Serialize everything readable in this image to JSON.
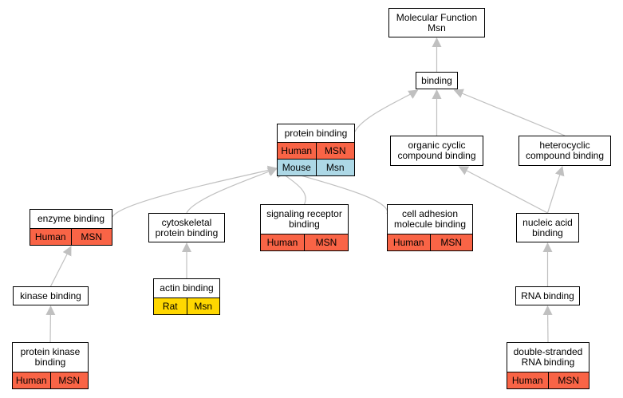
{
  "colors": {
    "edge": "#c0c0c0",
    "human": "#f96446",
    "mouse": "#add8e6",
    "rat": "#ffd700"
  },
  "nodes": {
    "mf": {
      "label": "Molecular Function\nMsn",
      "rows": []
    },
    "binding": {
      "label": "binding",
      "rows": []
    },
    "protein_binding": {
      "label": "protein binding",
      "rows": [
        {
          "species": "Human",
          "gene": "MSN",
          "color": "#f96446"
        },
        {
          "species": "Mouse",
          "gene": "Msn",
          "color": "#add8e6"
        }
      ]
    },
    "organic_cyclic": {
      "label": "organic cyclic\ncompound binding",
      "rows": []
    },
    "heterocyclic": {
      "label": "heterocyclic\ncompound binding",
      "rows": []
    },
    "enzyme_binding": {
      "label": "enzyme binding",
      "rows": [
        {
          "species": "Human",
          "gene": "MSN",
          "color": "#f96446"
        }
      ]
    },
    "cytoskeletal": {
      "label": "cytoskeletal\nprotein binding",
      "rows": []
    },
    "signaling_receptor": {
      "label": "signaling receptor\nbinding",
      "rows": [
        {
          "species": "Human",
          "gene": "MSN",
          "color": "#f96446"
        }
      ]
    },
    "cell_adhesion": {
      "label": "cell adhesion\nmolecule binding",
      "rows": [
        {
          "species": "Human",
          "gene": "MSN",
          "color": "#f96446"
        }
      ]
    },
    "nucleic_acid": {
      "label": "nucleic acid\nbinding",
      "rows": []
    },
    "actin_binding": {
      "label": "actin binding",
      "rows": [
        {
          "species": "Rat",
          "gene": "Msn",
          "color": "#ffd700"
        }
      ]
    },
    "kinase_binding": {
      "label": "kinase binding",
      "rows": []
    },
    "rna_binding": {
      "label": "RNA binding",
      "rows": []
    },
    "protein_kinase": {
      "label": "protein kinase\nbinding",
      "rows": [
        {
          "species": "Human",
          "gene": "MSN",
          "color": "#f96446"
        }
      ]
    },
    "ds_rna": {
      "label": "double-stranded\nRNA binding",
      "rows": [
        {
          "species": "Human",
          "gene": "MSN",
          "color": "#f96446"
        }
      ]
    }
  },
  "edges": [
    {
      "from": "binding",
      "to": "mf"
    },
    {
      "from": "protein_binding",
      "to": "binding"
    },
    {
      "from": "organic_cyclic",
      "to": "binding"
    },
    {
      "from": "heterocyclic",
      "to": "binding"
    },
    {
      "from": "enzyme_binding",
      "to": "protein_binding"
    },
    {
      "from": "cytoskeletal",
      "to": "protein_binding"
    },
    {
      "from": "signaling_receptor",
      "to": "protein_binding"
    },
    {
      "from": "cell_adhesion",
      "to": "protein_binding"
    },
    {
      "from": "nucleic_acid",
      "to": "organic_cyclic"
    },
    {
      "from": "nucleic_acid",
      "to": "heterocyclic"
    },
    {
      "from": "actin_binding",
      "to": "cytoskeletal"
    },
    {
      "from": "kinase_binding",
      "to": "enzyme_binding"
    },
    {
      "from": "rna_binding",
      "to": "nucleic_acid"
    },
    {
      "from": "protein_kinase",
      "to": "kinase_binding"
    },
    {
      "from": "ds_rna",
      "to": "rna_binding"
    }
  ]
}
